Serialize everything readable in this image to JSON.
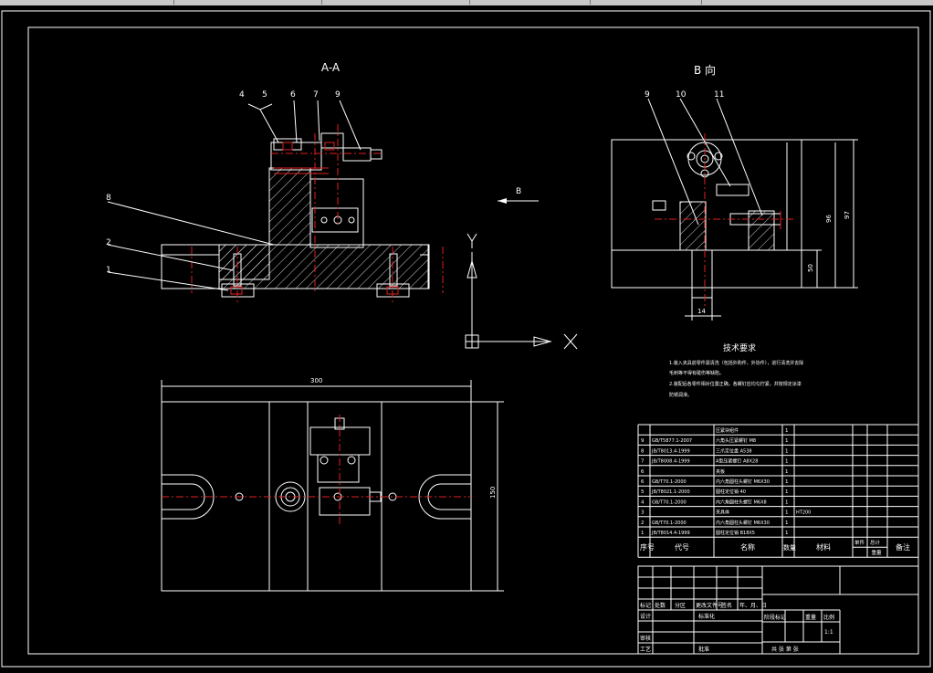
{
  "views": {
    "section_aa_label": "A-A",
    "view_b_label": "B 向",
    "arrow_b_label": "B"
  },
  "balloons_aa": [
    "4",
    "5",
    "6",
    "7",
    "9",
    "8",
    "2",
    "1"
  ],
  "balloons_b": [
    "9",
    "10",
    "11"
  ],
  "axes": {
    "y_label": "Y",
    "x_label": "X"
  },
  "dims": {
    "plan_width": "300",
    "plan_height": "150",
    "b_height_small": "50",
    "b_height_mid": "96",
    "b_height_total": "97",
    "b_width": "14"
  },
  "tech": {
    "title": "技术要求",
    "lines": [
      "1.装入夹具前零件需清洗（包括外购件、外协件），进行清洗并去除",
      "毛刺等不得有碰伤等缺陷。",
      "2.装配后各零件相对位置正确，各螺钉应均匀拧紧，并按规定涂漆",
      "防锈润滑。"
    ]
  },
  "bom": {
    "rows": [
      {
        "no": "",
        "code": "",
        "name": "压紧块组件",
        "qty": "1",
        "material": ""
      },
      {
        "no": "9",
        "code": "GB/T5877.1-2007",
        "name": "六角头压紧螺钉 M8",
        "qty": "1",
        "material": ""
      },
      {
        "no": "8",
        "code": "JB/T8013.4-1999",
        "name": "三爪定位盘 A538",
        "qty": "1",
        "material": ""
      },
      {
        "no": "7",
        "code": "JB/T8008.4-1999",
        "name": "A型压紧螺钉 A8X28",
        "qty": "1",
        "material": ""
      },
      {
        "no": "6",
        "code": "",
        "name": "夹板",
        "qty": "1",
        "material": ""
      },
      {
        "no": "6",
        "code": "GB/T70.1-2000",
        "name": "内六角圆柱头螺钉 M6X30",
        "qty": "1",
        "material": ""
      },
      {
        "no": "5",
        "code": "JB/T8021.1-2000",
        "name": "圆柱定位销 40",
        "qty": "1",
        "material": ""
      },
      {
        "no": "4",
        "code": "GB/T70.1-2000",
        "name": "内六角圆柱头螺钉 M6X8",
        "qty": "1",
        "material": ""
      },
      {
        "no": "3",
        "code": "",
        "name": "夹具体",
        "qty": "1",
        "material": "HT200"
      },
      {
        "no": "2",
        "code": "GB/T70.1-2000",
        "name": "内六角圆柱头螺钉 M6X30",
        "qty": "1",
        "material": ""
      },
      {
        "no": "1",
        "code": "JB/T8014.4-1999",
        "name": "圆柱定位销 B18X5",
        "qty": "1",
        "material": ""
      }
    ],
    "header": {
      "no": "序号",
      "code": "代号",
      "name": "名称",
      "qty": "数量",
      "material": "材料",
      "single": "单件",
      "total": "总计",
      "weight": "重量",
      "remark": "备注"
    }
  },
  "title_block": {
    "mark": "标记",
    "count": "处数",
    "zone": "分区",
    "doc": "更改文件号",
    "sign": "签名",
    "date": "年、月、日",
    "design": "设计",
    "standard": "标准化",
    "stage": "阶段标记",
    "weight": "重量",
    "scale": "比例",
    "scale_value": "1:1",
    "check": "审核",
    "process": "工艺",
    "approve": "批准",
    "sheets": "共 张 第 张"
  }
}
